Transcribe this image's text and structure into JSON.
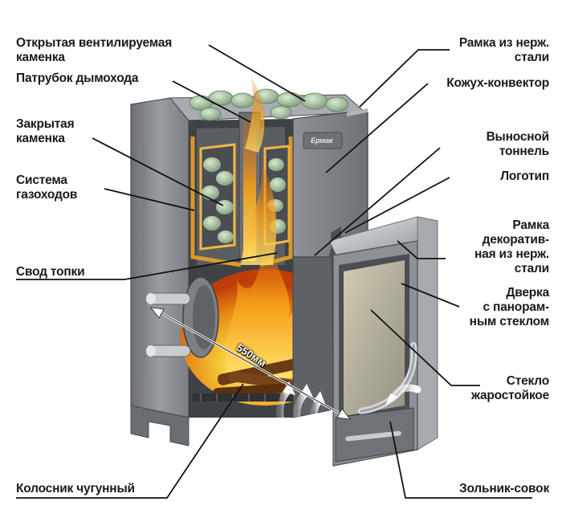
{
  "labels": {
    "open_heater": "Открытая вентилируемая\nкаменка",
    "chimney_pipe": "Патрубок дымохода",
    "closed_heater": "Закрытая\nкаменка",
    "flue_system": "Система\nгазоходов",
    "firebox_vault": "Свод топки",
    "grate": "Колосник чугунный",
    "steel_frame_top": "Рамка из нерж.\nстали",
    "convector_casing": "Кожух-конвектор",
    "remote_tunnel": "Выносной\nтоннель",
    "logo": "Логотип",
    "deco_frame": "Рамка\nдекоратив-\nная из нерж.\nстали",
    "door": "Дверка\nс панорам-\nным стеклом",
    "glass": "Стекло\nжаростойкое",
    "ash_pan": "Зольник-совок"
  },
  "dimension": "550мм",
  "door_logo": "Ермак",
  "colors": {
    "label_text": "#1a1a1a",
    "leader_line": "#111111",
    "stove_steel": "#8a8d91",
    "stove_dark": "#55585c",
    "stone_green": "#9fbf9a",
    "flame_orange": "#f08a12",
    "flame_yellow": "#ffd23a"
  }
}
